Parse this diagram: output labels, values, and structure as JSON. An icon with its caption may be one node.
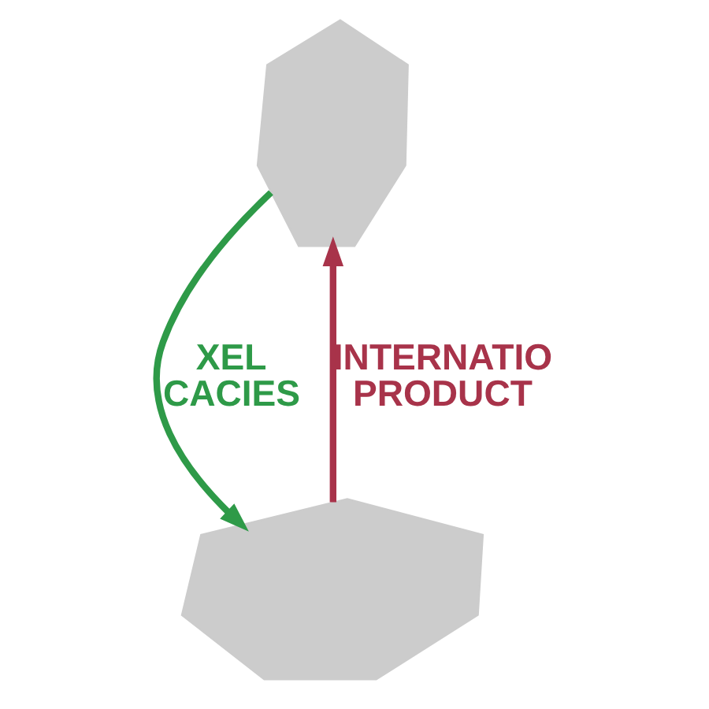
{
  "diagram": {
    "nodes": [
      {
        "text": [],
        "shape": "picture"
      },
      {
        "text": [],
        "shape": "picture"
      }
    ],
    "edges": [
      {
        "from": 0,
        "to": 1,
        "arrow": "to",
        "label": "XEL CACIES",
        "color": "#2e9a48"
      },
      {
        "from": 1,
        "to": 0,
        "arrow": "to",
        "label": "INTERNATIO PRODUCT",
        "color": "#a8334a"
      }
    ]
  }
}
